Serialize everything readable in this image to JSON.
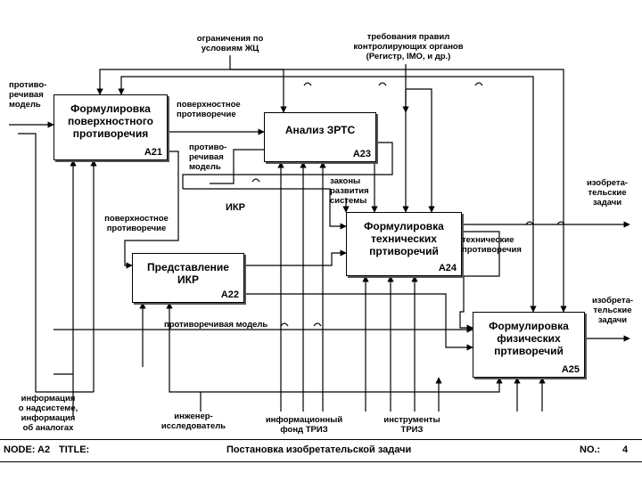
{
  "boxes": {
    "a21": {
      "title": "Формулировка\nповерхностного\nпротиворечия",
      "code": "A21"
    },
    "a23": {
      "title": "Анализ ЗРТС",
      "code": "A23"
    },
    "a24": {
      "title": "Формулировка\nтехнических\nпртиворечий",
      "code": "A24"
    },
    "a22": {
      "title": "Представление\nИКР",
      "code": "A22"
    },
    "a25": {
      "title": "Формулировка\nфизических\nпртиворечий",
      "code": "A25"
    }
  },
  "labels": {
    "restrictions": "ограничения по\nусловиям ЖЦ",
    "requirements": "требования правил\nконтролирующих органов\n(Регистр, IMO, и др.)",
    "contradictory_model_in": "противо-\nречивая\nмодель",
    "surface_contradiction_top": "поверхностное\nпротиворечие",
    "contradictory_model_mid": "противо-\nречивая\nмодель",
    "laws": "законы\nразвития\nсистемы",
    "ikr": "ИКР",
    "inventive_tasks_1": "изобрета-\nтельские\nзадачи",
    "surface_contradiction_left": "поверхностное\nпротиворечие",
    "technical_contradictions": "технические\nпротиворечия",
    "inventive_tasks_2": "изобрета-\nтельские\nзадачи",
    "contradictory_model_bottom": "противоречивая модель",
    "info_supersystem": "информация\nо надсистеме,\nинформация\nоб аналогах",
    "engineer": "инженер-\nисследователь",
    "info_fund": "информационный\nфонд ТРИЗ",
    "tools": "инструменты\nТРИЗ"
  },
  "footer": {
    "node_label": "NODE:",
    "node": "A2",
    "title_label": "TITLE:",
    "title": "Постановка изобретательской задачи",
    "no_label": "NO.:",
    "no": "4"
  }
}
